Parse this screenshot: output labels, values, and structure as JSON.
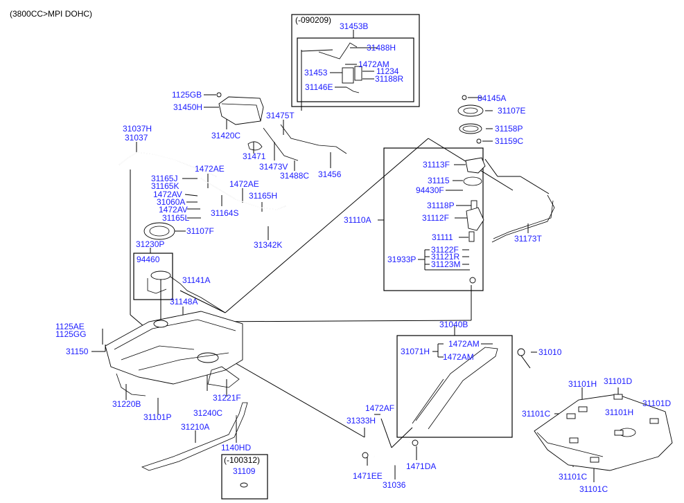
{
  "title": "(3800CC>MPI DOHC)",
  "label_color": "#1a1aff",
  "notes": {
    "canister_box": "(-090209)",
    "clip_box": "(-100312)"
  },
  "labels": {
    "p31453B": "31453B",
    "p31488H": "31488H",
    "p1472AM_top": "1472AM",
    "p31453": "31453",
    "p11234": "11234",
    "p31188R": "31188R",
    "p31146E": "31146E",
    "p1125GB": "1125GB",
    "p31450H": "31450H",
    "p31420C": "31420C",
    "p31475T": "31475T",
    "p31471": "31471",
    "p31473V": "31473V",
    "p31488C": "31488C",
    "p31456": "31456",
    "p31037H": "31037H",
    "p31037": "31037",
    "p1472AE_a": "1472AE",
    "p1472AE_b": "1472AE",
    "p31165J": "31165J",
    "p31165K": "31165K",
    "p1472AV_a": "1472AV",
    "p31060A": "31060A",
    "p1472AV_b": "1472AV",
    "p31165L": "31165L",
    "p31164S": "31164S",
    "p31165H": "31165H",
    "p31342K": "31342K",
    "p31107F": "31107F",
    "p31230P": "31230P",
    "p94460": "94460",
    "p31141A": "31141A",
    "p31148A": "31148A",
    "p1125AE": "1125AE",
    "p1125GG": "1125GG",
    "p31150": "31150",
    "p31220B": "31220B",
    "p31101P": "31101P",
    "p31240C": "31240C",
    "p31221F": "31221F",
    "p31210A": "31210A",
    "p1140HD": "1140HD",
    "p31109": "31109",
    "p84145A": "84145A",
    "p31107E": "31107E",
    "p31158P": "31158P",
    "p31159C": "31159C",
    "p31113F": "31113F",
    "p31115": "31115",
    "p94430F": "94430F",
    "p31118P": "31118P",
    "p31110A": "31110A",
    "p31112F": "31112F",
    "p31111": "31111",
    "p31122F": "31122F",
    "p31933P": "31933P",
    "p31121R": "31121R",
    "p31123M": "31123M",
    "p31173T": "31173T",
    "p31040B": "31040B",
    "p31071H": "31071H",
    "p1472AM_a": "1472AM",
    "p1472AM_b": "1472AM",
    "p31010": "31010",
    "p1472AF": "1472AF",
    "p31333H": "31333H",
    "p1471EE": "1471EE",
    "p31036": "31036",
    "p1471DA": "1471DA",
    "p31101H_a": "31101H",
    "p31101D_a": "31101D",
    "p31101D_b": "31101D",
    "p31101C_a": "31101C",
    "p31101H_b": "31101H",
    "p31101C_b": "31101C",
    "p31101C_c": "31101C"
  }
}
